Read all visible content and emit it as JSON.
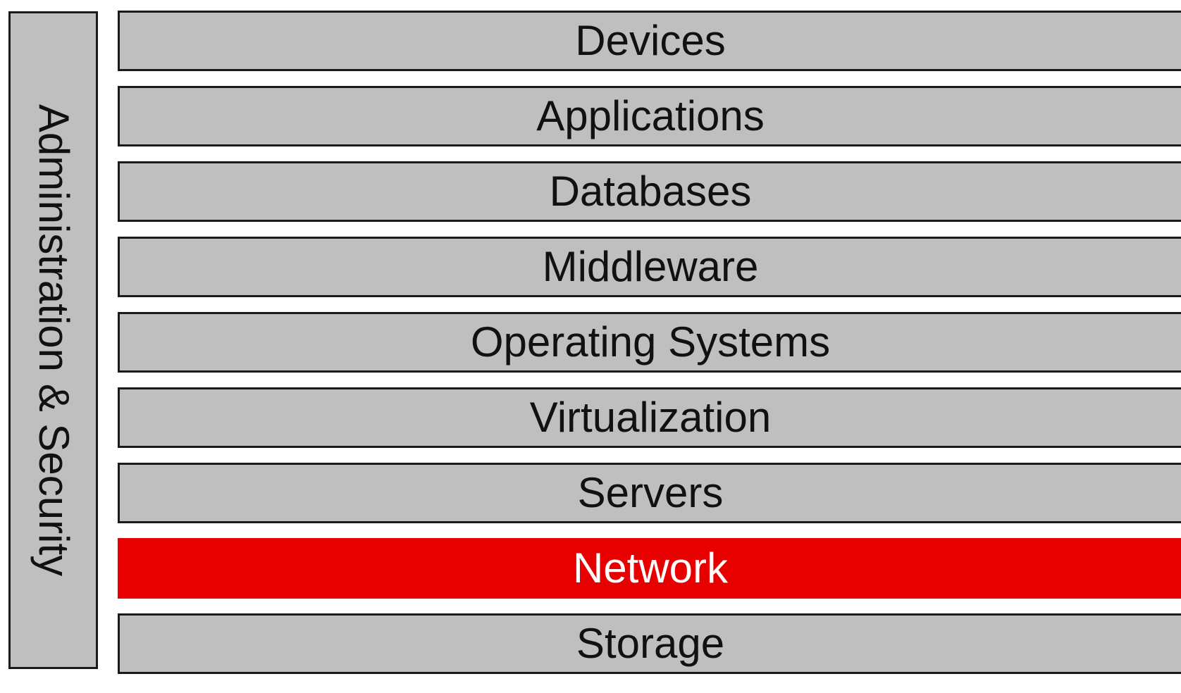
{
  "side": {
    "label": "Administration & Security"
  },
  "layers": [
    {
      "label": "Devices"
    },
    {
      "label": "Applications"
    },
    {
      "label": "Databases"
    },
    {
      "label": "Middleware"
    },
    {
      "label": "Operating Systems"
    },
    {
      "label": "Virtualization"
    },
    {
      "label": "Servers"
    },
    {
      "label": "Network",
      "highlighted": true
    },
    {
      "label": "Storage"
    }
  ],
  "colors": {
    "layer_fill": "#bfbfbf",
    "highlight_fill": "#e60000",
    "highlight_text": "#ffffff",
    "border": "#1a1a1a",
    "text": "#111111"
  }
}
